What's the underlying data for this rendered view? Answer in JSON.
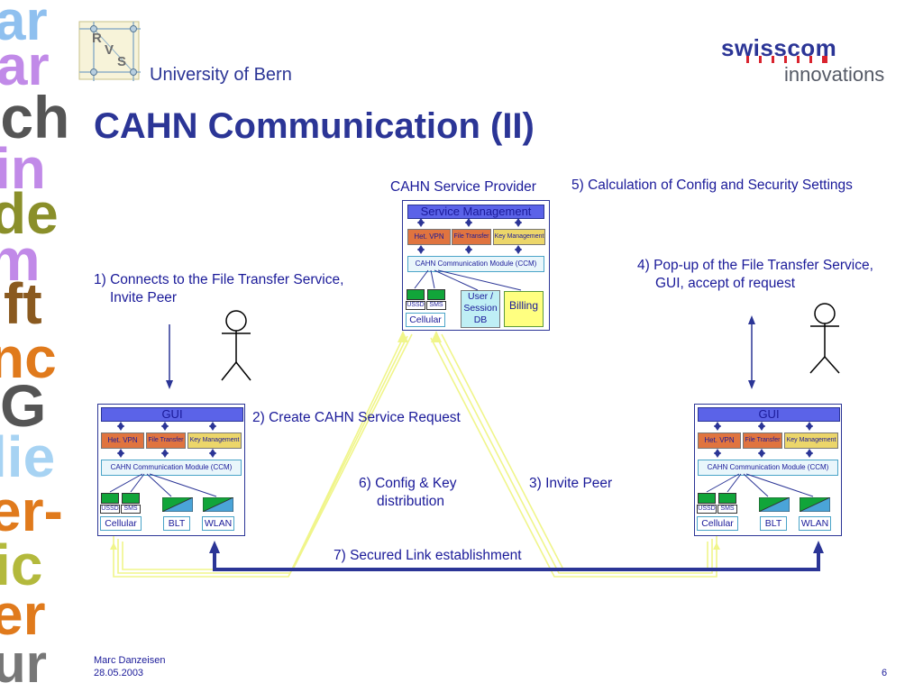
{
  "header": {
    "university": "University of Bern",
    "title": "CAHN Communication (II)",
    "logo_left_letters": [
      "R",
      "V",
      "S"
    ],
    "swisscom": "swisscom",
    "innovations": "innovations"
  },
  "captions": {
    "service_provider": "CAHN Service Provider",
    "step5": "5) Calculation of Config and Security Settings",
    "step1_line1": "1) Connects to the File Transfer Service,",
    "step1_line2": "Invite Peer",
    "step4_line1": "4) Pop-up of the File Transfer Service,",
    "step4_line2": "GUI, accept of request",
    "step2": "2) Create CAHN Service Request",
    "step6_line1": "6) Config & Key",
    "step6_line2": "distribution",
    "step3": "3) Invite Peer",
    "step7": "7) Secured Link establishment"
  },
  "provider": {
    "bar": "Service Management",
    "mod1": "Het. VPN",
    "mod2": "File Transfer",
    "mod3": "Key Management",
    "ccm": "CAHN Communication Module (CCM)",
    "ussd": "USSD",
    "sms": "SMS",
    "cellular": "Cellular",
    "userdb": "User / Session DB",
    "billing": "Billing"
  },
  "client": {
    "bar": "GUI",
    "mod1": "Het. VPN",
    "mod2": "File Transfer",
    "mod3": "Key Management",
    "ccm": "CAHN Communication Module (CCM)",
    "ussd": "USSD",
    "sms": "SMS",
    "cellular": "Cellular",
    "blt": "BLT",
    "wlan": "WLAN"
  },
  "footer": {
    "author": "Marc Danzeisen",
    "date": "28.05.2003",
    "page": "6"
  },
  "decor_letters": [
    "ar",
    "ar",
    "ich",
    "in",
    "de",
    "m",
    "ft",
    "nc",
    "G",
    "lie",
    "er-",
    "ic",
    "er",
    "ur"
  ],
  "colors": {
    "title": "#2b3596",
    "bar": "#5b63e8",
    "orange": "#e0743f",
    "yellow": "#ecd66a",
    "green": "#11a53a",
    "link": "#2b3596",
    "signal": "#f0f58a"
  }
}
